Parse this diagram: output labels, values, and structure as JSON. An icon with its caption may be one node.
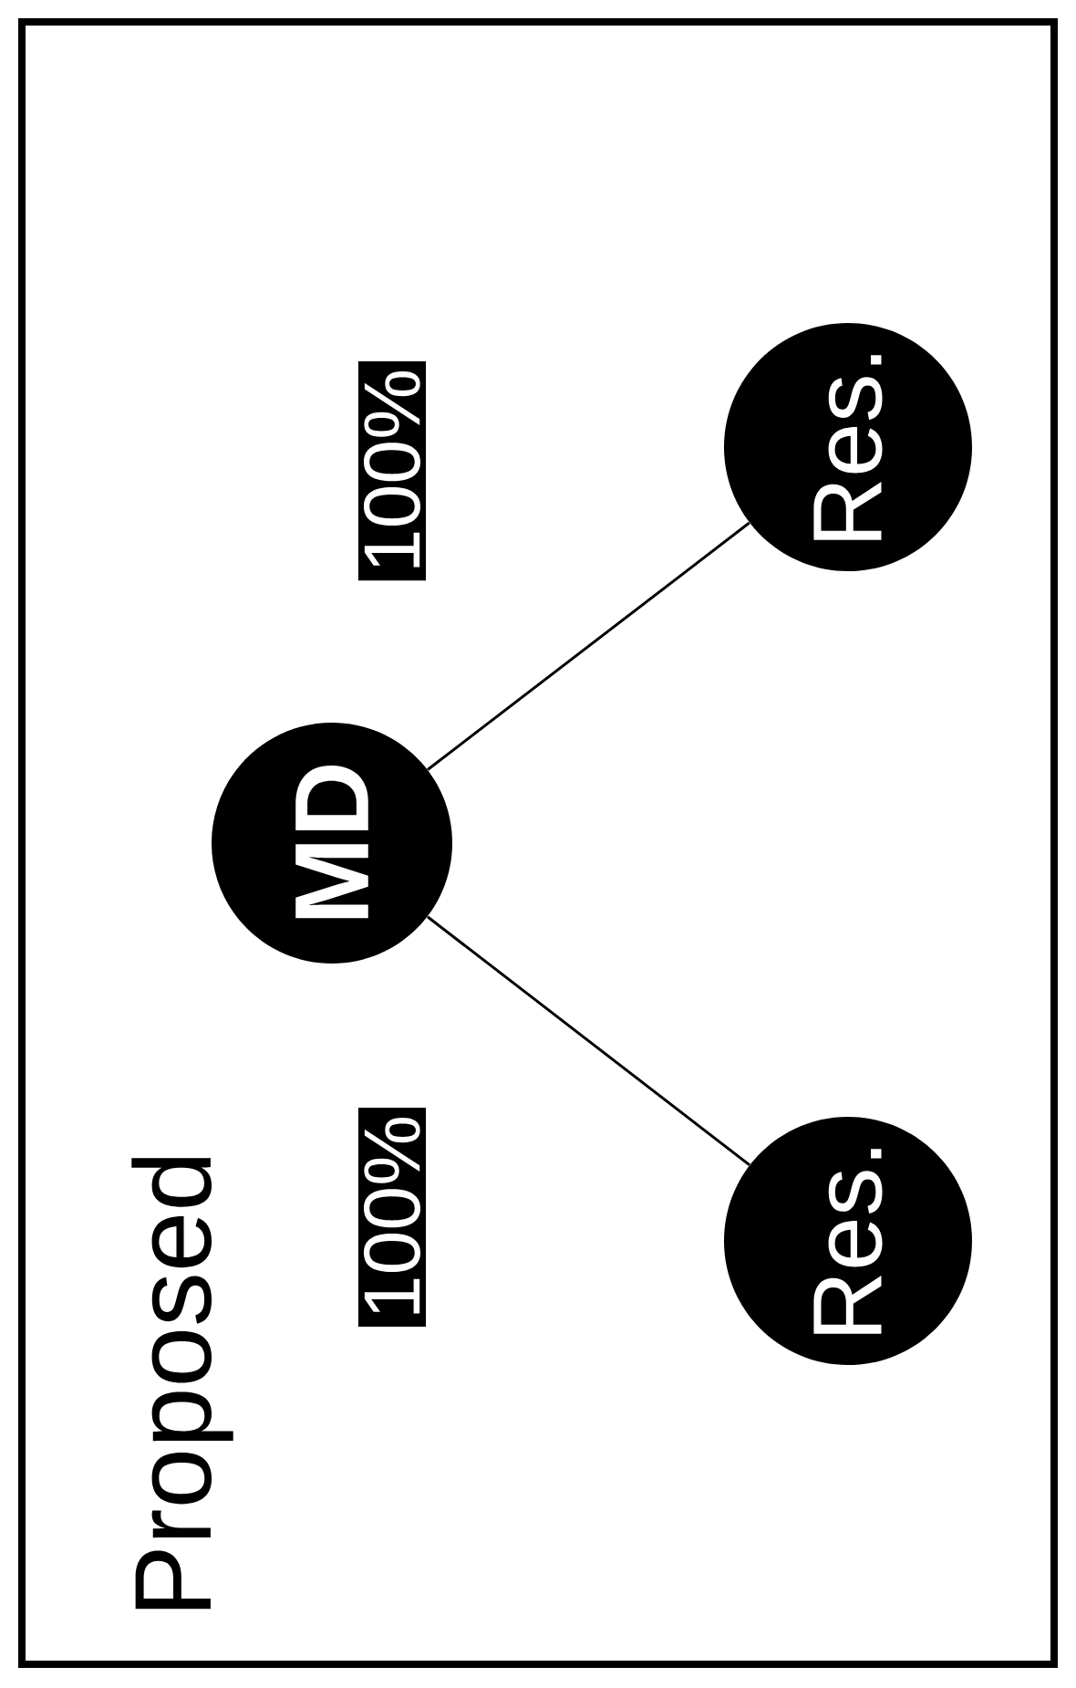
{
  "diagram": {
    "title": "Proposed",
    "nodes": [
      {
        "text": [
          "MD"
        ]
      },
      {
        "text": [
          "Res."
        ]
      },
      {
        "text": [
          "Res."
        ]
      }
    ],
    "edges": [
      {
        "from": 0,
        "to": 1,
        "arrow": "none"
      },
      {
        "from": 0,
        "to": 2,
        "arrow": "none"
      }
    ],
    "labels": [
      "100%",
      "100%"
    ]
  }
}
